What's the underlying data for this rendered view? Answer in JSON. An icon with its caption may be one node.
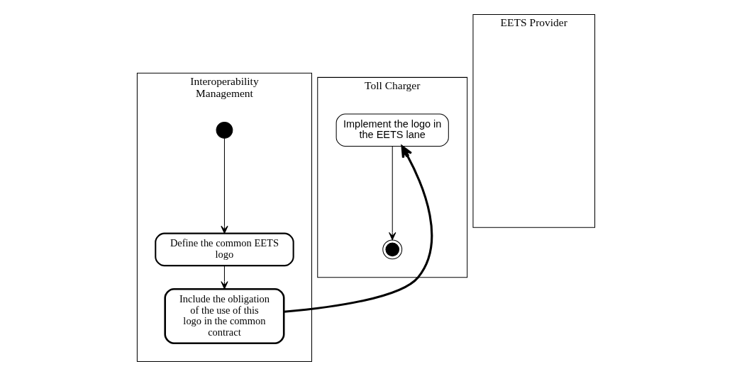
{
  "diagram": {
    "nodes": [
      {
        "text": [
          "Interoperability Management"
        ]
      },
      {
        "text": [
          "EETS Provider"
        ]
      },
      {
        "text": [
          "Toll Charger"
        ]
      },
      {
        "text": [],
        "shape": "circle",
        "in": 0
      },
      {
        "text": [
          "Define the common EETS logo"
        ],
        "in": 0
      },
      {
        "text": [
          "Include the obligation of the use of this logo in the common contract"
        ],
        "in": 0
      },
      {
        "text": [
          "Implement the logo in the EETS lane"
        ],
        "in": 2
      },
      {
        "text": [],
        "shape": "bullseye",
        "in": 2
      }
    ],
    "edges": [
      {
        "from": 3,
        "to": 4,
        "arrow": "to"
      },
      {
        "from": 4,
        "to": 5,
        "arrow": "to"
      },
      {
        "from": 5,
        "to": 6,
        "arrow": "to",
        "style": "thick"
      },
      {
        "from": 6,
        "to": 7,
        "arrow": "to"
      }
    ]
  }
}
